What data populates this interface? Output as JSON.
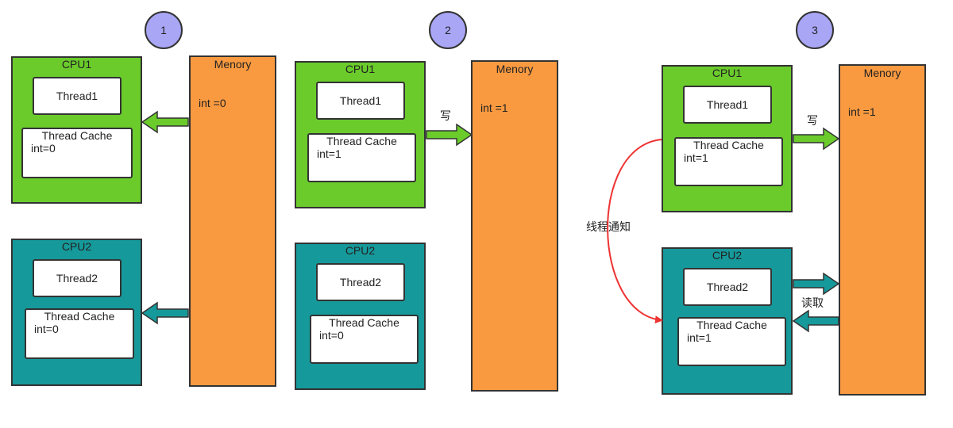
{
  "panels": [
    {
      "step": "1",
      "cpu1": {
        "label": "CPU1",
        "thread": "Thread1",
        "cache_title": "Thread Cache",
        "cache_value": "int=0"
      },
      "cpu2": {
        "label": "CPU2",
        "thread": "Thread2",
        "cache_title": "Thread Cache",
        "cache_value": "int=0"
      },
      "memory": {
        "label": "Menory",
        "value": "int =0"
      }
    },
    {
      "step": "2",
      "cpu1": {
        "label": "CPU1",
        "thread": "Thread1",
        "cache_title": "Thread Cache",
        "cache_value": "int=1"
      },
      "cpu2": {
        "label": "CPU2",
        "thread": "Thread2",
        "cache_title": "Thread Cache",
        "cache_value": "int=0"
      },
      "memory": {
        "label": "Menory",
        "value": "int =1"
      },
      "write_label": "写"
    },
    {
      "step": "3",
      "cpu1": {
        "label": "CPU1",
        "thread": "Thread1",
        "cache_title": "Thread Cache",
        "cache_value": "int=1"
      },
      "cpu2": {
        "label": "CPU2",
        "thread": "Thread2",
        "cache_title": "Thread Cache",
        "cache_value": "int=1"
      },
      "memory": {
        "label": "Menory",
        "value": "int =1"
      },
      "write_label": "写",
      "read_label": "读取",
      "notify_label": "线程通知"
    }
  ],
  "colors": {
    "cpu1": "#6acb2b",
    "cpu2": "#16999a",
    "memory": "#fa9a40",
    "step_circle": "#a9a6f6",
    "notify_arrow": "#ee3333"
  }
}
